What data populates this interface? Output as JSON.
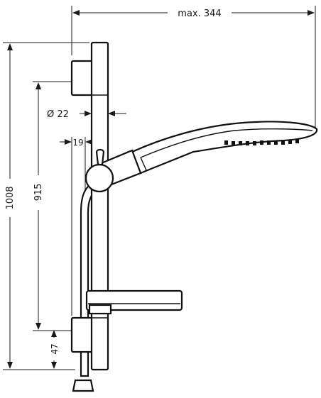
{
  "dimensions": {
    "max_reach": "max. 344",
    "bar_diameter": "Ø 22",
    "offset": "19",
    "total_height": "1008",
    "bar_height": "915",
    "bottom_offset": "47"
  },
  "colors": {
    "line": "#1a1a1a",
    "background": "#ffffff"
  }
}
